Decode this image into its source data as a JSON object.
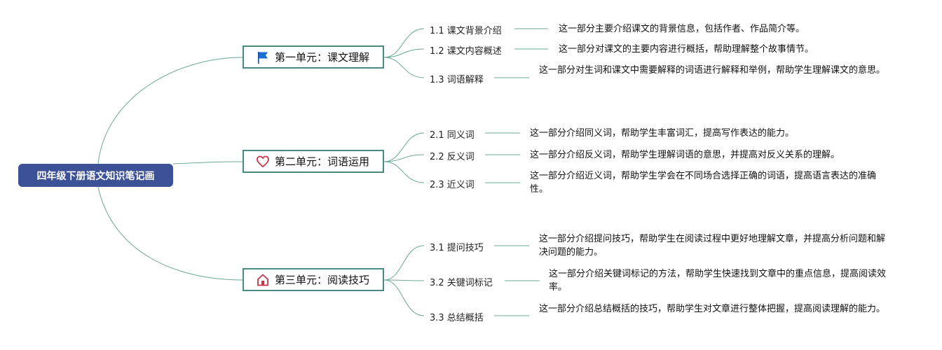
{
  "root": {
    "label": "四年级下册语文知识笔记画"
  },
  "colors": {
    "root_bg": "#3d5196",
    "unit_border": "#4a8a80",
    "connector": "#6aa898"
  },
  "units": [
    {
      "label": "第一单元：课文理解",
      "icon": "flag-icon",
      "topics": [
        {
          "label": "1.1 课文背景介绍",
          "desc": "这一部分主要介绍课文的背景信息，包括作者、作品简介等。"
        },
        {
          "label": "1.2 课文内容概述",
          "desc": "这一部分对课文的主要内容进行概括，帮助理解整个故事情节。"
        },
        {
          "label": "1.3 词语解释",
          "desc": "这一部分对生词和课文中需要解释的词语进行解释和举例，帮助学生理解课文的意思。"
        }
      ]
    },
    {
      "label": "第二单元：词语运用",
      "icon": "heart-icon",
      "topics": [
        {
          "label": "2.1 同义词",
          "desc": "这一部分介绍同义词，帮助学生丰富词汇，提高写作表达的能力。"
        },
        {
          "label": "2.2 反义词",
          "desc": "这一部分介绍反义词，帮助学生理解词语的意思，并提高对反义关系的理解。"
        },
        {
          "label": "2.3 近义词",
          "desc": "这一部分介绍近义词，帮助学生学会在不同场合选择正确的词语，提高语言表达的准确性。"
        }
      ]
    },
    {
      "label": "第三单元：阅读技巧",
      "icon": "home-icon",
      "topics": [
        {
          "label": "3.1 提问技巧",
          "desc": "这一部分介绍提问技巧，帮助学生在阅读过程中更好地理解文章，并提高分析问题和解决问题的能力。"
        },
        {
          "label": "3.2 关键词标记",
          "desc": "这一部分介绍关键词标记的方法，帮助学生快速找到文章中的重点信息，提高阅读效率。"
        },
        {
          "label": "3.3 总结概括",
          "desc": "这一部分介绍总结概括的技巧，帮助学生对文章进行整体把握，提高阅读理解的能力。"
        }
      ]
    }
  ]
}
